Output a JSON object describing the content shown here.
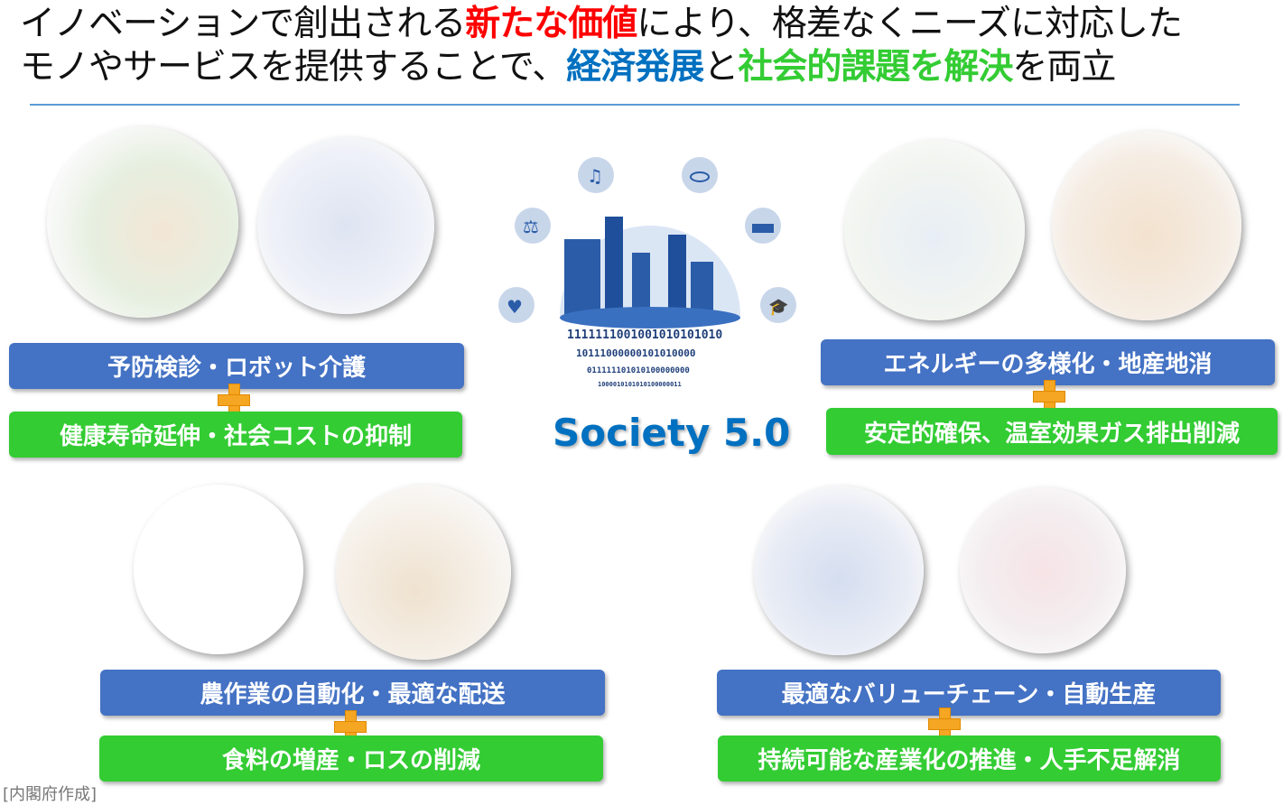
{
  "title": {
    "line1": [
      {
        "text": "イノベーションで創出される",
        "style": "normal"
      },
      {
        "text": "新たな価値",
        "style": "red"
      },
      {
        "text": "により、格差なくニーズに対応した",
        "style": "normal"
      }
    ],
    "line2": [
      {
        "text": "モノやサービスを提供することで、",
        "style": "normal"
      },
      {
        "text": "経済発展",
        "style": "blue"
      },
      {
        "text": "と",
        "style": "normal"
      },
      {
        "text": "社会的課題を解決",
        "style": "green"
      },
      {
        "text": "を両立",
        "style": "normal"
      }
    ]
  },
  "center": {
    "logo_text": "Society 5.0",
    "binary": [
      "1111111001001010101010",
      "10111000000101010000",
      "011111101010100000000",
      "1000010101010100000011"
    ]
  },
  "panels": [
    {
      "benefit": "予防検診・ロボット介護",
      "outcome": "健康寿命延伸・社会コストの抑制"
    },
    {
      "benefit": "エネルギーの多様化・地産地消",
      "outcome": "安定的確保、温室効果ガス排出削減"
    },
    {
      "benefit": "農作業の自動化・最適な配送",
      "outcome": "食料の増産・ロスの削減"
    },
    {
      "benefit": "最適なバリューチェーン・自動生産",
      "outcome": "持続可能な産業化の推進・人手不足解消"
    }
  ],
  "footer": "[内閣府作成]",
  "colors": {
    "benefit_box": "#4472c4",
    "outcome_box": "#33cc33",
    "plus": "#f5a623",
    "accent_red": "#ff0000",
    "accent_blue": "#0070c0",
    "accent_green": "#33cc33"
  }
}
